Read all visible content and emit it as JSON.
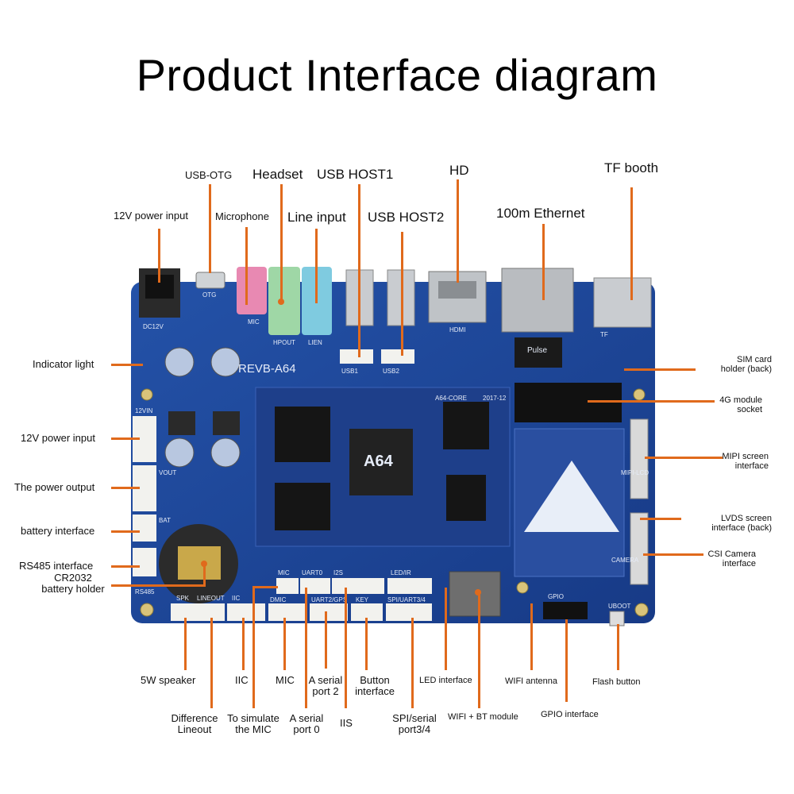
{
  "title": "Product Interface diagram",
  "board": {
    "silk_name": "REVB-A64",
    "chip_label": "A64",
    "core_label": "A64-CORE",
    "core_date": "2017-12",
    "pulse_label": "Pulse",
    "jack_labels": [
      "DC12V",
      "OTG",
      "MIC",
      "HPOUT",
      "LIEN",
      "USB1",
      "USB2",
      "HDMI",
      "TF"
    ],
    "side_labels": [
      "12VIN",
      "VOUT",
      "BAT",
      "RS485"
    ],
    "bottom_labels": [
      "SPK",
      "LINEOUT",
      "IIC",
      "MIC",
      "UART0",
      "I2S",
      "LED/IR",
      "DMIC",
      "UART2/GPS",
      "KEY",
      "SPI/UART3/4",
      "GPIO",
      "UBOOT",
      "MIPI-LCD",
      "CAMERA"
    ]
  },
  "labels": {
    "usb_otg": "USB-OTG",
    "headset": "Headset",
    "usb_host1": "USB HOST1",
    "hd": "HD",
    "tf_booth": "TF booth",
    "power_12v_top": "12V power input",
    "microphone": "Microphone",
    "line_input": "Line input",
    "usb_host2": "USB HOST2",
    "ethernet": "100m Ethernet",
    "indicator_light": "Indicator light",
    "power_12v_left": "12V power input",
    "power_output": "The power output",
    "battery_interface": "battery interface",
    "rs485": "RS485 interface",
    "cr2032_line1": "CR2032",
    "cr2032_line2": "battery holder",
    "sim_line1": "SIM card",
    "sim_line2": "holder (back)",
    "module_4g_line1": "4G module",
    "module_4g_line2": "socket",
    "mipi_line1": "MIPI screen",
    "mipi_line2": "interface",
    "lvds_line1": "LVDS screen",
    "lvds_line2": "interface (back)",
    "csi_line1": "CSI Camera",
    "csi_line2": "interface",
    "speaker": "5W speaker",
    "iic": "IIC",
    "mic": "MIC",
    "serial2_line1": "A serial",
    "serial2_line2": "port 2",
    "button_line1": "Button",
    "button_line2": "interface",
    "led_interface": "LED interface",
    "wifi_antenna": "WIFI antenna",
    "flash_button": "Flash button",
    "diff_line1": "Difference",
    "diff_line2": "Lineout",
    "sim_mic_line1": "To simulate",
    "sim_mic_line2": "the MIC",
    "serial0_line1": "A serial",
    "serial0_line2": "port 0",
    "iis": "IIS",
    "spi_line1": "SPI/serial",
    "spi_line2": "port3/4",
    "wifi_bt": "WIFI + BT module",
    "gpio_interface": "GPIO interface"
  },
  "colors": {
    "board_blue": "#1d3f8f",
    "leader_orange": "#e06a1c",
    "pink_jack": "#e889b2",
    "green_jack": "#9fd7a6",
    "cyan_jack": "#7fcbe0"
  }
}
